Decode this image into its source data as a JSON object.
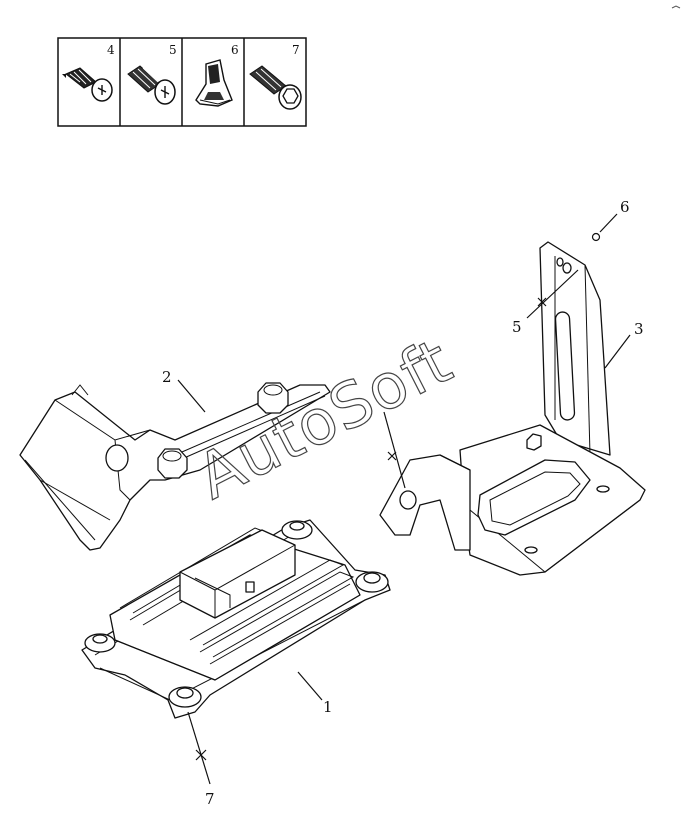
{
  "legend": {
    "items": [
      {
        "num": "4",
        "icon": "self-tapping-screw-icon"
      },
      {
        "num": "5",
        "icon": "pan-head-screw-icon"
      },
      {
        "num": "6",
        "icon": "clip-nut-icon"
      },
      {
        "num": "7",
        "icon": "flange-bolt-icon"
      }
    ]
  },
  "callouts": {
    "c1": "1",
    "c2": "2",
    "c3": "3",
    "c5": "5",
    "c6": "6",
    "c7": "7"
  },
  "watermark": "AutoSoft",
  "colors": {
    "ink": "#111111",
    "paper": "#ffffff"
  }
}
